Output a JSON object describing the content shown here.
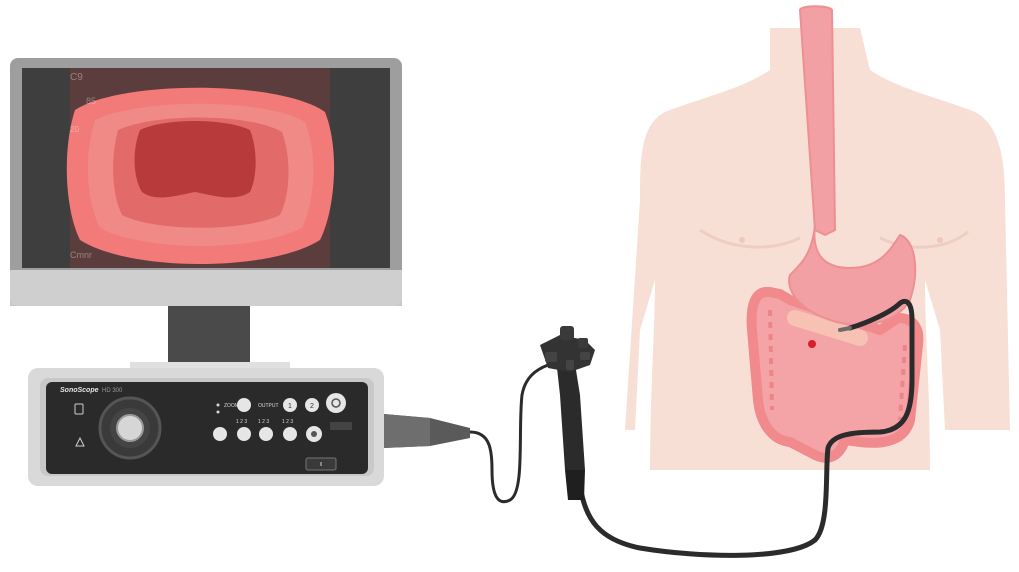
{
  "monitor": {
    "overlay_top": "C9",
    "overlay_line2": "85",
    "overlay_line3": "20",
    "overlay_bottom": "Cmnr"
  },
  "processor": {
    "brand": "SonoScope",
    "model": "HD 300",
    "label_zoom": "ZOOM",
    "label_output": "OUTPUT",
    "button_1": "1",
    "button_2": "2",
    "row2_a": "1 2 3",
    "row2_b": "1 2 3",
    "row2_c": "1 2 3"
  },
  "colors": {
    "lumen_outer": "#f27a78",
    "lumen_inner": "#b83a3a",
    "skin": "#f8dfd6",
    "stomach": "#f2a0a3",
    "colon": "#f08a8c",
    "cable": "#2b2b2b"
  }
}
